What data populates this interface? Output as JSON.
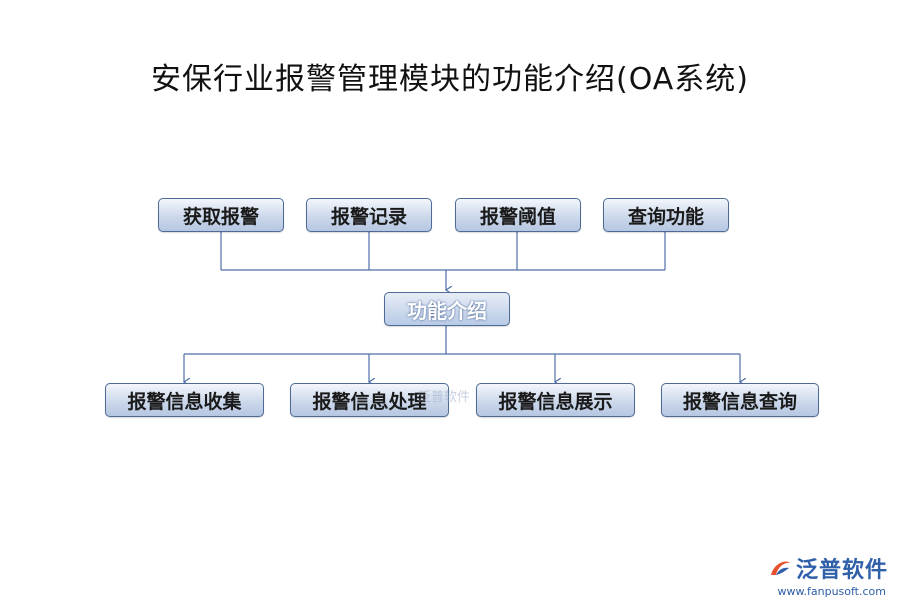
{
  "title": "安保行业报警管理模块的功能介绍(OA系统)",
  "top_nodes": [
    "获取报警",
    "报警记录",
    "报警阈值",
    "查询功能"
  ],
  "center_node": "功能介绍",
  "bottom_nodes": [
    "报警信息收集",
    "报警信息处理",
    "报警信息展示",
    "报警信息查询"
  ],
  "watermark": "泛普软件",
  "logo": {
    "text": "泛普软件",
    "url": "www.fanpusoft.com"
  },
  "colors": {
    "box_border": "#4e6a95",
    "connector": "#4f6fa8",
    "logo": "#2e5fa8"
  }
}
